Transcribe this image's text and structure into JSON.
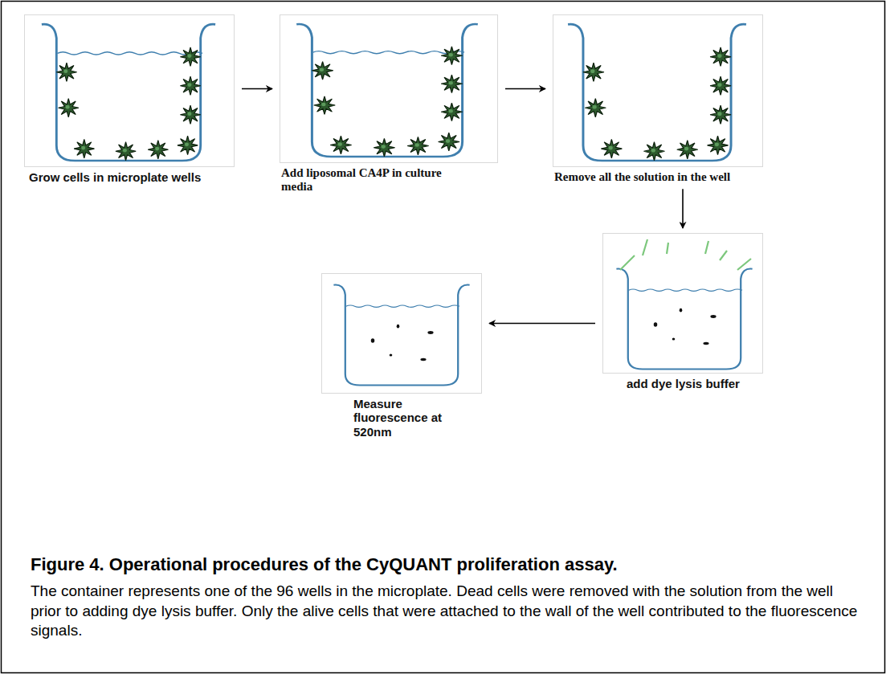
{
  "diagram": {
    "title": "Figure 4. Operational procedures of the CyQUANT proliferation assay.",
    "caption": "The container represents one of the 96 wells in the microplate. Dead cells were removed with the solution from the well prior to adding dye lysis buffer. Only the alive cells that were attached to the wall of the well contributed to the fluorescence signals.",
    "nodes": [
      {
        "text": [
          "Grow cells in microplate wells"
        ]
      },
      {
        "text": [
          "Add liposomal CA4P in culture media"
        ]
      },
      {
        "text": [
          "Remove all the solution in the well"
        ]
      },
      {
        "text": [
          "Measure fluorescence at 520nm"
        ]
      },
      {
        "text": [
          "add dye lysis buffer"
        ]
      }
    ],
    "edges": [
      {
        "from": 0,
        "to": 1,
        "arrow": "to"
      },
      {
        "from": 1,
        "to": 2,
        "arrow": "to"
      },
      {
        "from": 2,
        "to": 4,
        "arrow": "to"
      },
      {
        "from": 4,
        "to": 3,
        "arrow": "to"
      }
    ]
  }
}
